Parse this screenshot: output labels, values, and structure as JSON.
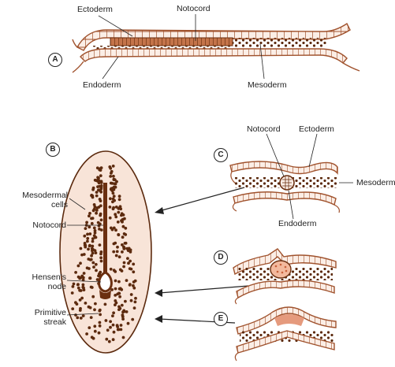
{
  "panels": {
    "a": "A",
    "b": "B",
    "c": "C",
    "d": "D",
    "e": "E"
  },
  "labels": {
    "a_ectoderm": "Ectoderm",
    "a_notocord": "Notocord",
    "a_endoderm": "Endoderm",
    "a_mesoderm": "Mesoderm",
    "b_mesodermal_cells": "Mesodermal\ncells",
    "b_notocord": "Notocord",
    "b_hensens_node": "Hensen's\nnode",
    "b_primitive_streak": "Primitive\nstreak",
    "c_notocord": "Notocord",
    "c_ectoderm": "Ectoderm",
    "c_mesoderm": "Mesoderm",
    "c_endoderm": "Endoderm"
  },
  "colors": {
    "tissue": "#a0522d",
    "dark_tissue": "#5c2a0e",
    "disc_fill": "#f8e4d8",
    "pink_cells": "#e59a7d",
    "line": "#222222"
  }
}
